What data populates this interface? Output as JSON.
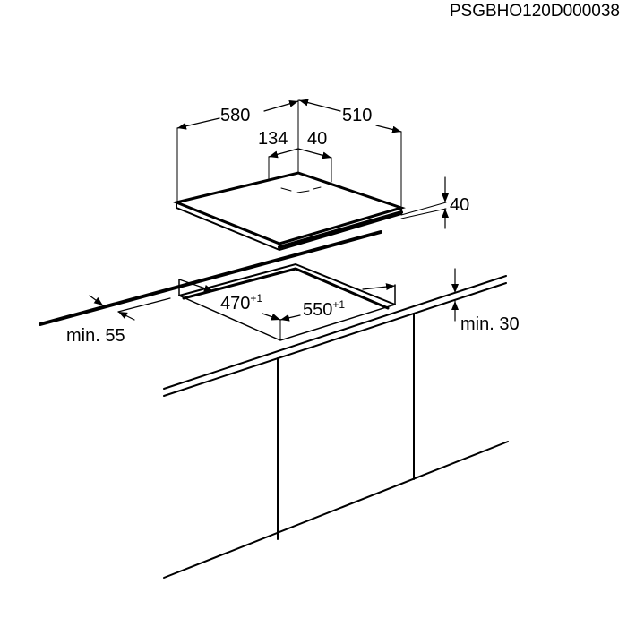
{
  "drawing_code": "PSGBHO120D000038",
  "dimensions": {
    "hob_width": "580",
    "hob_depth": "510",
    "offset_left": "134",
    "offset_right": "40",
    "hob_height": "40",
    "cutout_depth": "470",
    "cutout_depth_tol": "+1",
    "cutout_width": "550",
    "cutout_width_tol": "+1",
    "min_front": "min. 55",
    "min_thickness": "min. 30"
  }
}
